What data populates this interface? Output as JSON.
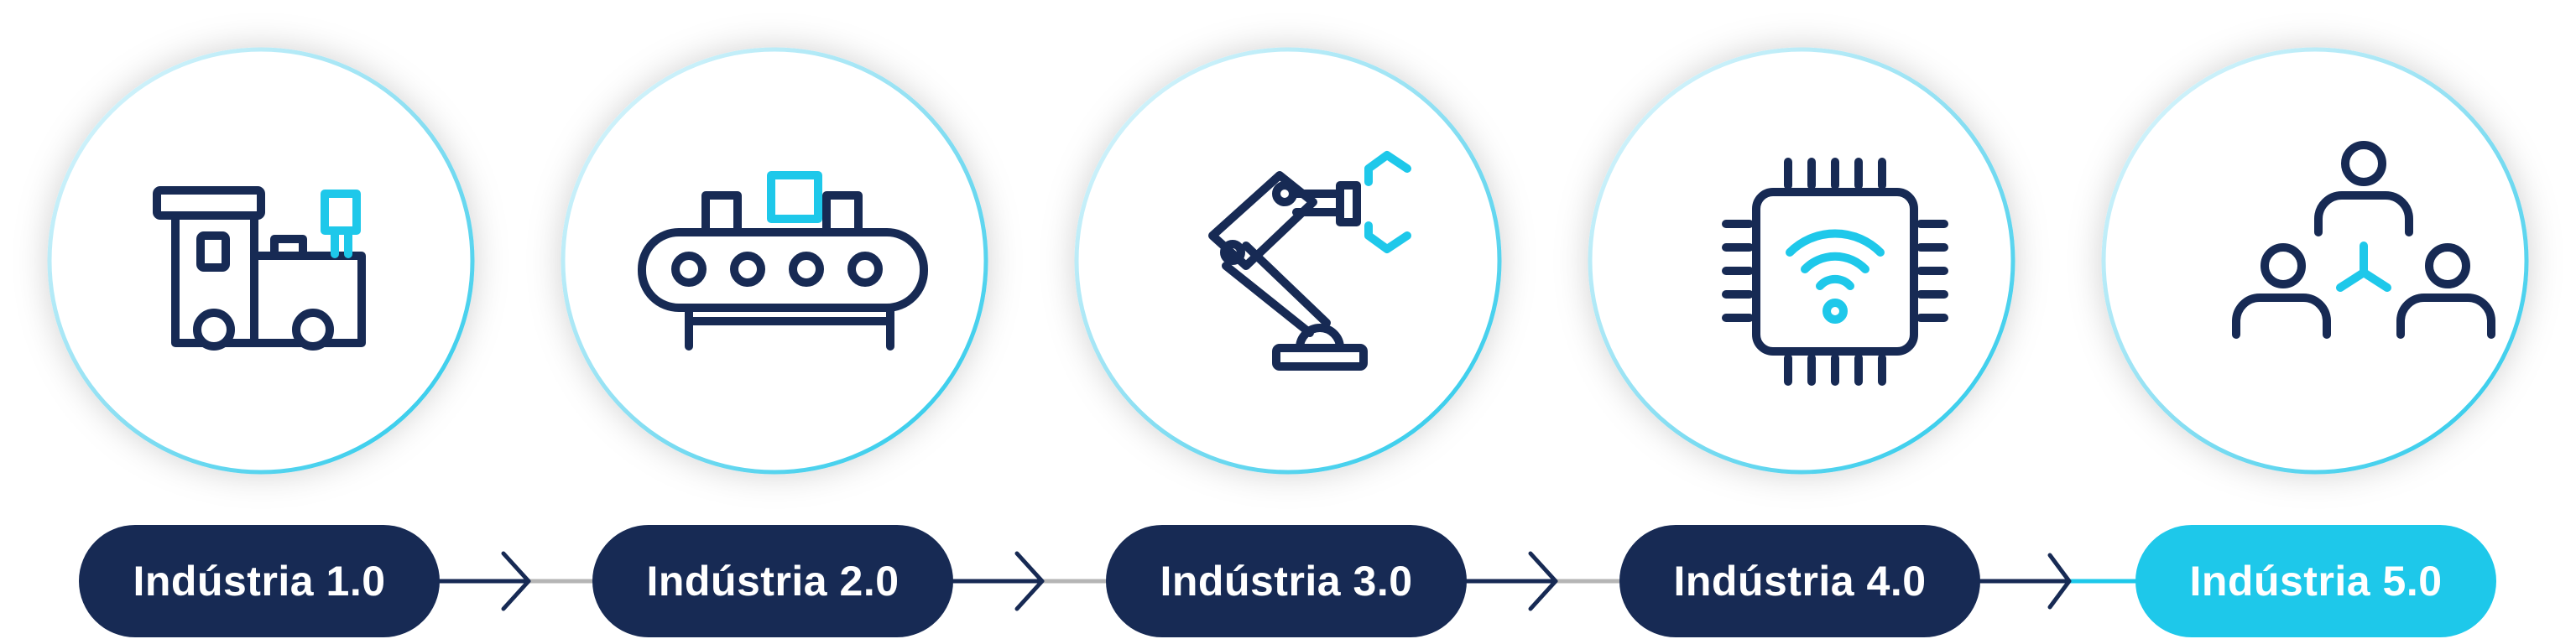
{
  "stages": [
    {
      "label": "Indústria 1.0",
      "icon": "steam-train-icon"
    },
    {
      "label": "Indústria 2.0",
      "icon": "conveyor-belt-icon"
    },
    {
      "label": "Indústria 3.0",
      "icon": "robot-arm-icon"
    },
    {
      "label": "Indústria 4.0",
      "icon": "wifi-chip-icon"
    },
    {
      "label": "Indústria 5.0",
      "icon": "people-network-icon"
    }
  ],
  "colors": {
    "navy": "#172a54",
    "cyan": "#1ec8ea",
    "connector_gray": "#b5b5b5"
  }
}
